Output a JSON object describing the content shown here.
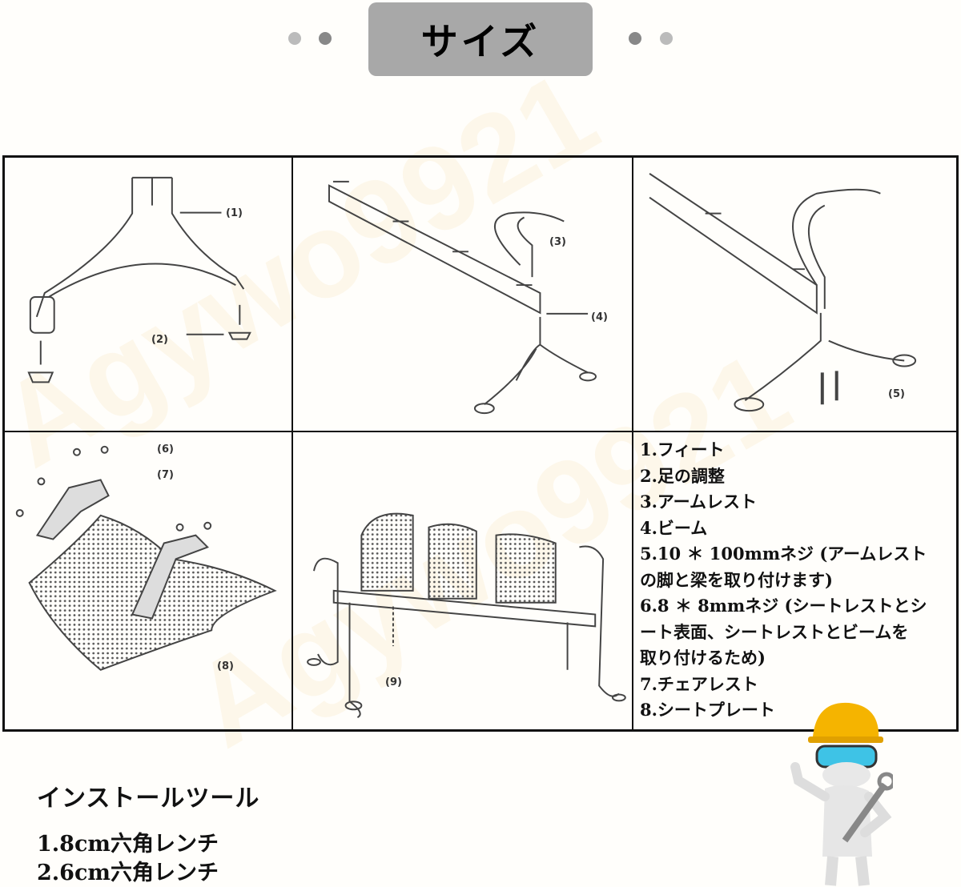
{
  "header": {
    "title": "サイズ",
    "accent": "#a8a8a8"
  },
  "watermark": "Agywo9921",
  "callouts": {
    "c1": "(1)",
    "c2": "(2)",
    "c3": "(3)",
    "c4": "(4)",
    "c5": "(5)",
    "c6": "(6)",
    "c7": "(7)",
    "c8": "(8)",
    "c9": "(9)"
  },
  "legend": [
    "1.フィート",
    "2.足の調整",
    "3.アームレスト",
    "4.ビーム",
    "5.10 ＊ 100mmネジ (アームレスト",
    "の脚と梁を取り付けます)",
    "6.8 ＊ 8mmネジ (シートレストとシ",
    "ート表面、シートレストとビームを",
    "取り付けるため)",
    "7.チェアレスト",
    "8.シートプレート"
  ],
  "tools": {
    "title": "インストールツール",
    "items": [
      "1.8cm六角レンチ",
      "2.6cm六角レンチ"
    ]
  }
}
